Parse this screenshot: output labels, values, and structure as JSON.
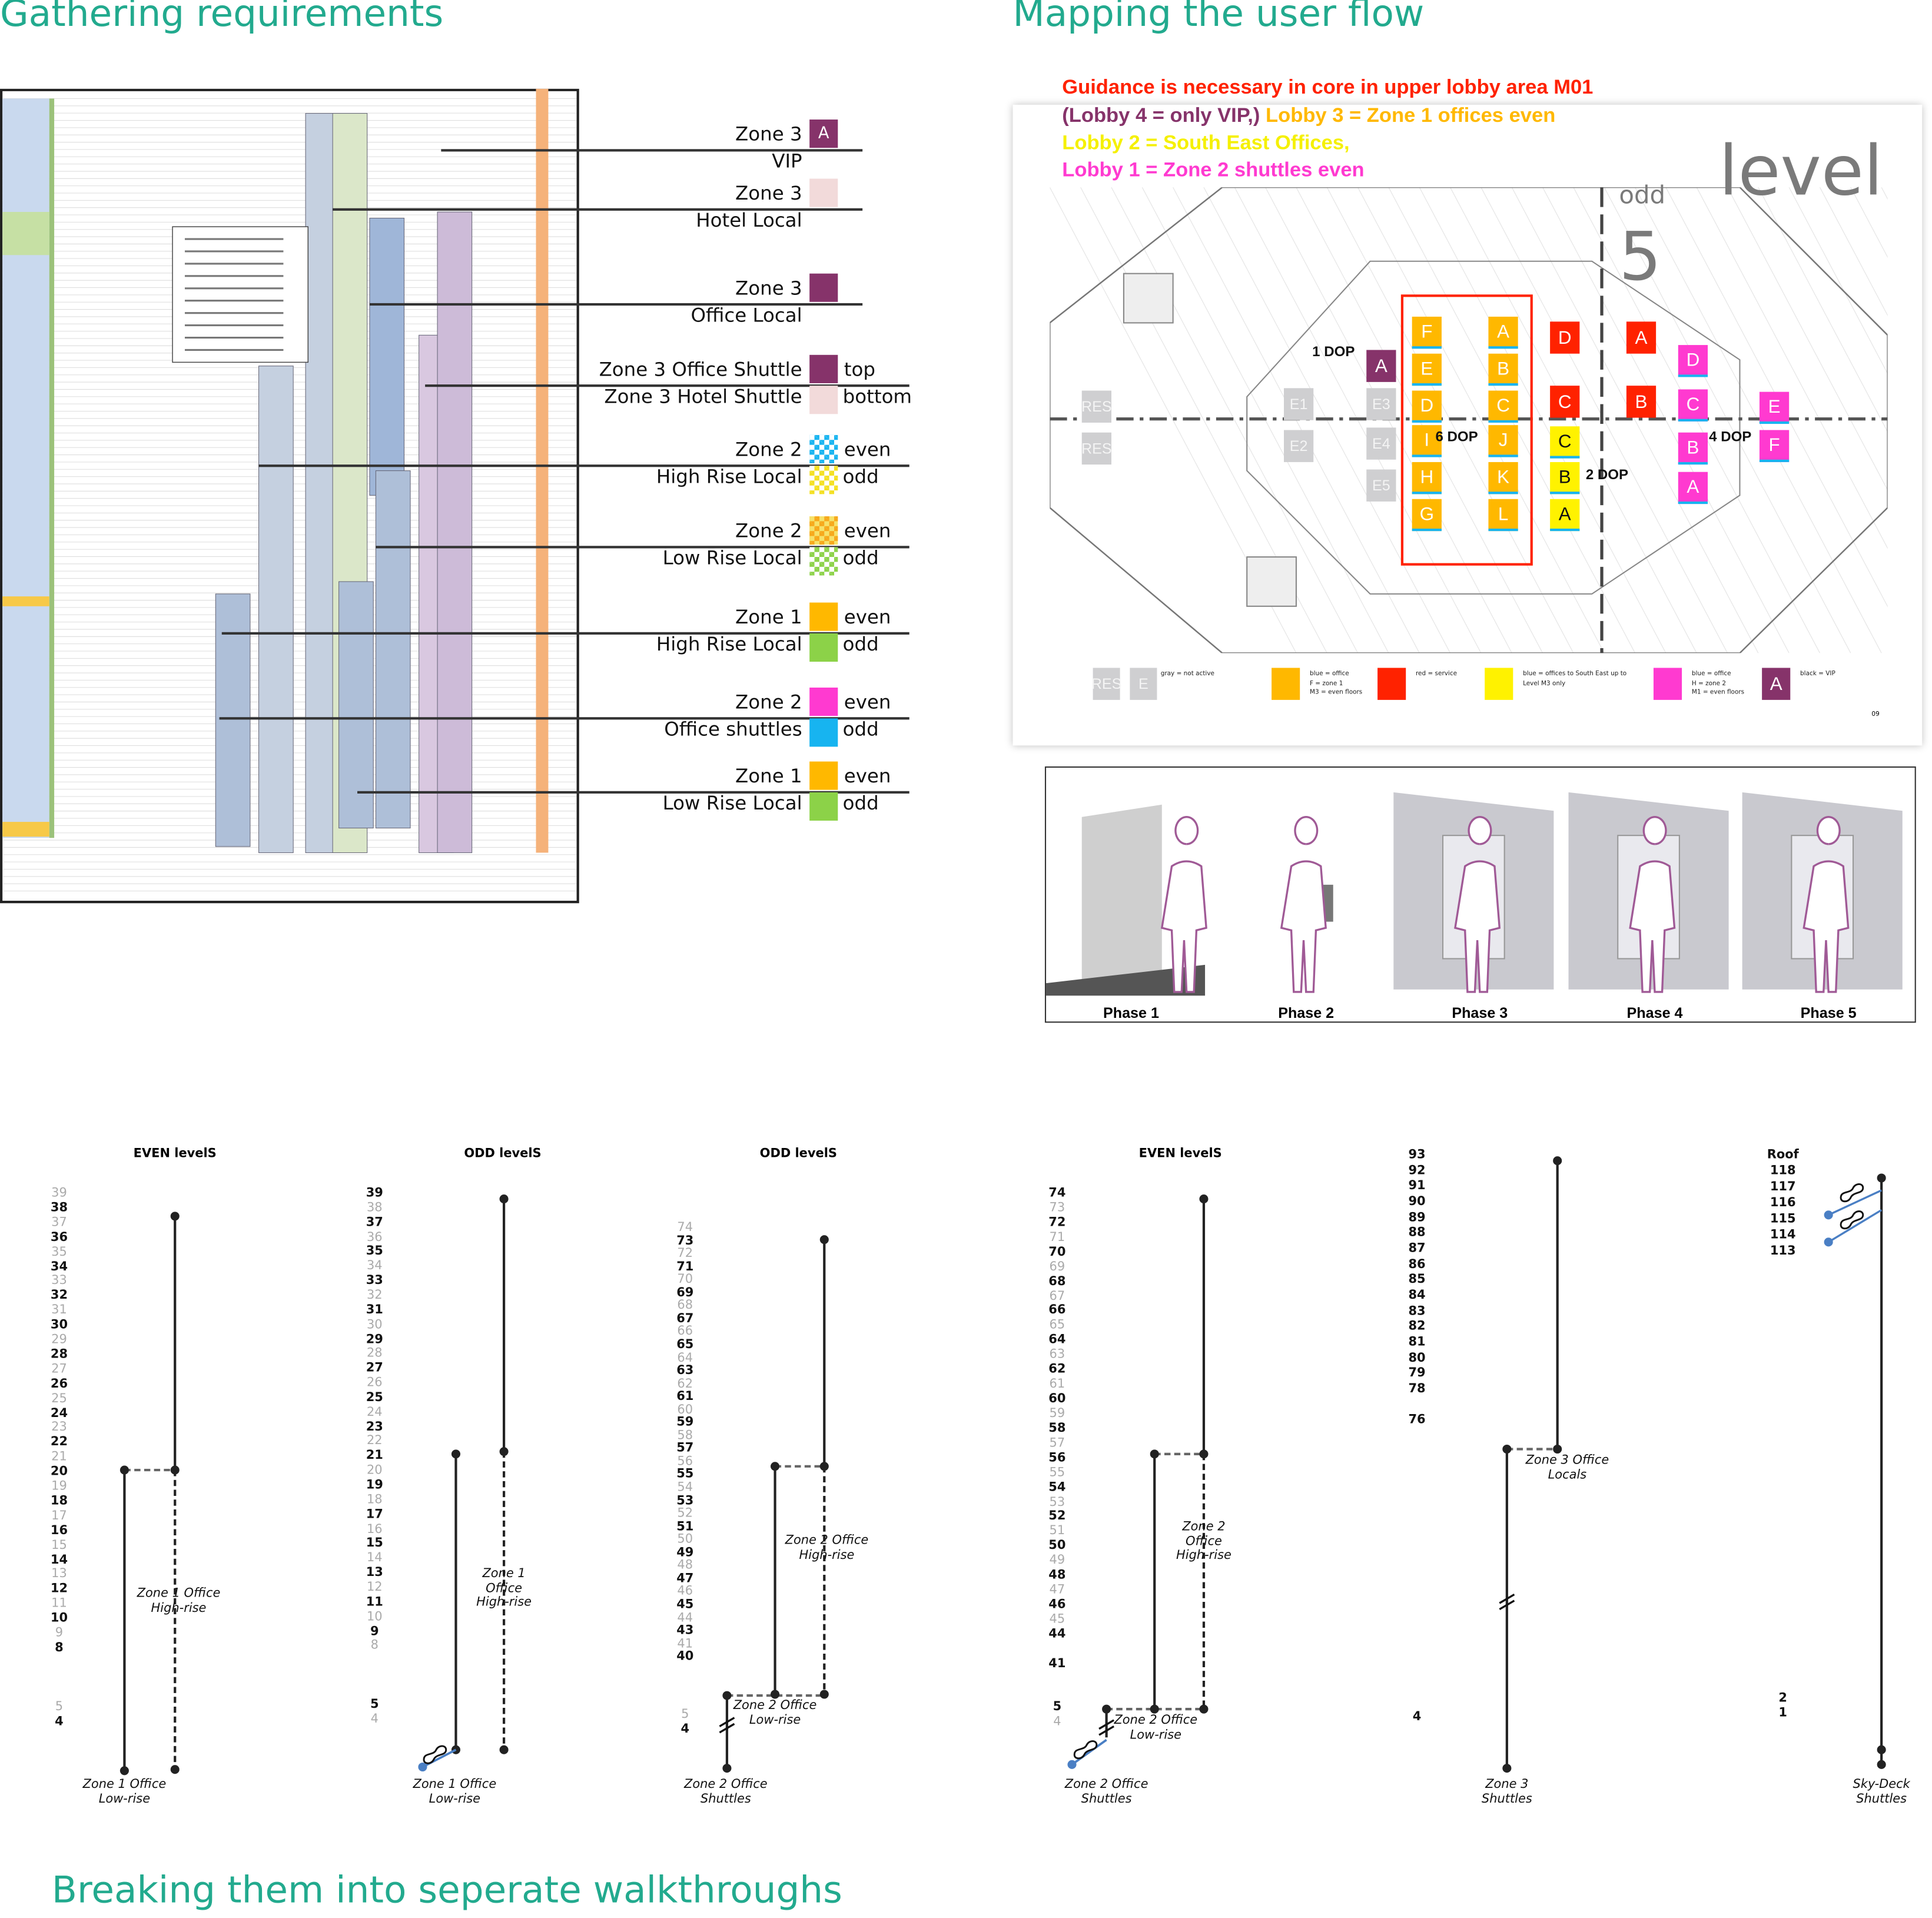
{
  "sections": {
    "gathering": "Gathering requirements",
    "mapping": "Mapping the user flow",
    "breaking": "Breaking them into seperate walkthroughs"
  },
  "lift_groups": [
    {
      "top": "Zone 3",
      "bottom": "VIP",
      "swatch_top": "#86336a",
      "swatch_letter": "A"
    },
    {
      "top": "Zone 3",
      "bottom": "Hotel Local",
      "swatch_top": "#f2dada"
    },
    {
      "top": "Zone 3",
      "bottom": "Office Local",
      "swatch_top": "#86336a"
    },
    {
      "top": "Zone 3 Office Shuttle",
      "bottom": "Zone 3 Hotel Shuttle",
      "swatch_top": "#86336a",
      "swatch_bottom": "#f2dada",
      "tag_top": "top",
      "tag_bottom": "bottom"
    },
    {
      "top": "Zone 2",
      "bottom": "High Rise Local",
      "tag_top": "even",
      "tag_bottom": "odd"
    },
    {
      "top": "Zone 2",
      "bottom": "Low Rise Local",
      "tag_top": "even",
      "tag_bottom": "odd"
    },
    {
      "top": "Zone 1",
      "bottom": "High Rise Local",
      "swatch_top": "#ffb800",
      "swatch_bottom": "#8cd248",
      "tag_top": "even",
      "tag_bottom": "odd"
    },
    {
      "top": "Zone 2",
      "bottom": "Office shuttles",
      "swatch_top": "#ff3ad0",
      "swatch_bottom": "#17b4f0",
      "tag_top": "even",
      "tag_bottom": "odd"
    },
    {
      "top": "Zone 1",
      "bottom": "Low Rise Local",
      "swatch_top": "#ffb800",
      "swatch_bottom": "#8cd248",
      "tag_top": "even",
      "tag_bottom": "odd"
    }
  ],
  "guidance": {
    "line1": "Guidance is necessary in core in upper lobby area M01",
    "line2a": "(Lobby 4 = only VIP,)",
    "line2b": "Lobby 3 = Zone 1 offices even",
    "line3": "Lobby 2 = South East Offices,",
    "line4": "Lobby 1 = Zone 2 shuttles even",
    "colors": {
      "red": "#ff2200",
      "purple": "#86336a",
      "orange": "#ffb800",
      "yellow": "#f5f000",
      "magenta": "#ff3ad0"
    }
  },
  "floorplan": {
    "level_word": "level",
    "parity": "odd",
    "level_number": "5",
    "dops": [
      "1 DOP",
      "6 DOP",
      "2 DOP",
      "4 DOP"
    ],
    "lifts": {
      "gray": [
        "RES",
        "RES",
        "E1",
        "E2",
        "E3",
        "E4",
        "E5"
      ],
      "orange_left": [
        "F",
        "E",
        "D",
        "I",
        "H",
        "G"
      ],
      "orange_right": [
        "A",
        "B",
        "C",
        "J",
        "K",
        "L"
      ],
      "red": [
        "D",
        "C",
        "A",
        "B"
      ],
      "yellow": [
        "C",
        "B",
        "A"
      ],
      "magenta": [
        "D",
        "C",
        "B",
        "A",
        "E",
        "F"
      ],
      "purple": [
        "A"
      ]
    },
    "legend": [
      {
        "tiles": [
          "RES",
          "E"
        ],
        "text": "gray = not active"
      },
      {
        "color": "#ffb800",
        "text": "blue = office\nF = zone 1\nM3 = even floors"
      },
      {
        "color": "#ff2200",
        "text": "red = service"
      },
      {
        "color": "#fff200",
        "text": "blue = offices to South East up to\nLevel M3 only"
      },
      {
        "color": "#ff3ad0",
        "text": "blue = office\nH = zone 2\nM1 = even floors"
      },
      {
        "color": "#86336a",
        "letter": "A",
        "text": "black = VIP"
      }
    ],
    "page_number": "09"
  },
  "phases": [
    "Phase 1",
    "Phase 2",
    "Phase 3",
    "Phase 4",
    "Phase 5"
  ],
  "walkthroughs": [
    {
      "header": "EVEN levelS",
      "levels": [
        [
          39,
          0
        ],
        [
          38,
          1
        ],
        [
          37,
          0
        ],
        [
          36,
          1
        ],
        [
          35,
          0
        ],
        [
          34,
          1
        ],
        [
          33,
          0
        ],
        [
          32,
          1
        ],
        [
          31,
          0
        ],
        [
          30,
          1
        ],
        [
          29,
          0
        ],
        [
          28,
          1
        ],
        [
          27,
          0
        ],
        [
          26,
          1
        ],
        [
          25,
          0
        ],
        [
          24,
          1
        ],
        [
          23,
          0
        ],
        [
          22,
          1
        ],
        [
          21,
          0
        ],
        [
          20,
          1
        ],
        [
          19,
          0
        ],
        [
          18,
          1
        ],
        [
          17,
          0
        ],
        [
          16,
          1
        ],
        [
          15,
          0
        ],
        [
          14,
          1
        ],
        [
          13,
          0
        ],
        [
          12,
          1
        ],
        [
          11,
          0
        ],
        [
          10,
          1
        ],
        [
          9,
          0
        ],
        [
          8,
          1
        ],
        [
          5,
          0
        ],
        [
          4,
          1
        ]
      ],
      "labels": [
        "Zone 1 Office\nHigh-rise",
        "Zone 1 Office\nLow-rise"
      ]
    },
    {
      "header": "ODD levelS",
      "levels": [
        [
          39,
          1
        ],
        [
          38,
          0
        ],
        [
          37,
          1
        ],
        [
          36,
          0
        ],
        [
          35,
          1
        ],
        [
          34,
          0
        ],
        [
          33,
          1
        ],
        [
          32,
          0
        ],
        [
          31,
          1
        ],
        [
          30,
          0
        ],
        [
          29,
          1
        ],
        [
          28,
          0
        ],
        [
          27,
          1
        ],
        [
          26,
          0
        ],
        [
          25,
          1
        ],
        [
          24,
          0
        ],
        [
          23,
          1
        ],
        [
          22,
          0
        ],
        [
          21,
          1
        ],
        [
          20,
          0
        ],
        [
          19,
          1
        ],
        [
          18,
          0
        ],
        [
          17,
          1
        ],
        [
          16,
          0
        ],
        [
          15,
          1
        ],
        [
          14,
          0
        ],
        [
          13,
          1
        ],
        [
          12,
          0
        ],
        [
          11,
          1
        ],
        [
          10,
          0
        ],
        [
          9,
          1
        ],
        [
          8,
          0
        ],
        [
          5,
          1
        ],
        [
          4,
          0
        ]
      ],
      "labels": [
        "Zone 1\nOffice\nHigh-rise",
        "Zone 1 Office\nLow-rise"
      ]
    },
    {
      "header": "ODD levelS",
      "levels": [
        [
          74,
          0
        ],
        [
          73,
          1
        ],
        [
          72,
          0
        ],
        [
          71,
          1
        ],
        [
          70,
          0
        ],
        [
          69,
          1
        ],
        [
          68,
          0
        ],
        [
          67,
          1
        ],
        [
          66,
          0
        ],
        [
          65,
          1
        ],
        [
          64,
          0
        ],
        [
          63,
          1
        ],
        [
          62,
          0
        ],
        [
          61,
          1
        ],
        [
          60,
          0
        ],
        [
          59,
          1
        ],
        [
          58,
          0
        ],
        [
          57,
          1
        ],
        [
          56,
          0
        ],
        [
          55,
          1
        ],
        [
          54,
          0
        ],
        [
          53,
          1
        ],
        [
          52,
          0
        ],
        [
          51,
          1
        ],
        [
          50,
          0
        ],
        [
          49,
          1
        ],
        [
          48,
          0
        ],
        [
          47,
          1
        ],
        [
          46,
          0
        ],
        [
          45,
          1
        ],
        [
          44,
          0
        ],
        [
          43,
          1
        ],
        [
          41,
          0
        ],
        [
          40,
          1
        ],
        [
          5,
          0
        ],
        [
          4,
          1
        ]
      ],
      "labels": [
        "Zone 2 Office\nHigh-rise",
        "Zone 2 Office\nLow-rise",
        "Zone 2 Office\nShuttles"
      ]
    },
    {
      "header": "EVEN levelS",
      "levels": [
        [
          74,
          1
        ],
        [
          73,
          0
        ],
        [
          72,
          1
        ],
        [
          71,
          0
        ],
        [
          70,
          1
        ],
        [
          69,
          0
        ],
        [
          68,
          1
        ],
        [
          67,
          0
        ],
        [
          66,
          1
        ],
        [
          65,
          0
        ],
        [
          64,
          1
        ],
        [
          63,
          0
        ],
        [
          62,
          1
        ],
        [
          61,
          0
        ],
        [
          60,
          1
        ],
        [
          59,
          0
        ],
        [
          58,
          1
        ],
        [
          57,
          0
        ],
        [
          56,
          1
        ],
        [
          55,
          0
        ],
        [
          54,
          1
        ],
        [
          53,
          0
        ],
        [
          52,
          1
        ],
        [
          51,
          0
        ],
        [
          50,
          1
        ],
        [
          49,
          0
        ],
        [
          48,
          1
        ],
        [
          47,
          0
        ],
        [
          46,
          1
        ],
        [
          45,
          0
        ],
        [
          44,
          1
        ],
        [
          41,
          1
        ],
        [
          5,
          1
        ],
        [
          4,
          0
        ]
      ],
      "labels": [
        "Zone 2\nOffice\nHigh-rise",
        "Zone 2 Office\nLow-rise",
        "Zone 2 Office\nShuttles"
      ]
    },
    {
      "header": "",
      "levels": [
        [
          93,
          1
        ],
        [
          92,
          1
        ],
        [
          91,
          1
        ],
        [
          90,
          1
        ],
        [
          89,
          1
        ],
        [
          88,
          1
        ],
        [
          87,
          1
        ],
        [
          86,
          1
        ],
        [
          85,
          1
        ],
        [
          84,
          1
        ],
        [
          83,
          1
        ],
        [
          82,
          1
        ],
        [
          81,
          1
        ],
        [
          80,
          1
        ],
        [
          79,
          1
        ],
        [
          78,
          1
        ],
        [
          76,
          1
        ],
        [
          4,
          1
        ]
      ],
      "labels": [
        "Zone 3 Office\nLocals",
        "Zone 3\nShuttles"
      ]
    },
    {
      "header": "",
      "levels": [
        [
          "Roof",
          1
        ],
        [
          118,
          1
        ],
        [
          117,
          1
        ],
        [
          116,
          1
        ],
        [
          115,
          1
        ],
        [
          114,
          1
        ],
        [
          113,
          1
        ],
        [
          2,
          1
        ],
        [
          1,
          1
        ]
      ],
      "labels": [
        "Sky-Deck\nShuttles"
      ]
    }
  ]
}
